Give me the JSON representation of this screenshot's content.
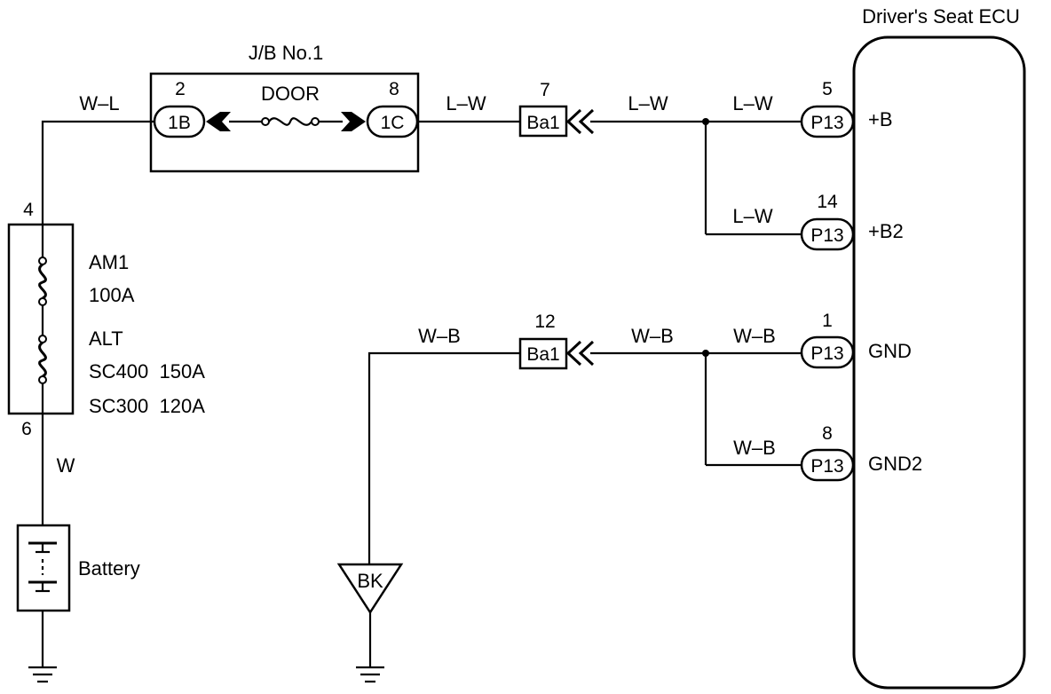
{
  "ecu": {
    "title": "Driver's Seat ECU",
    "terminals": {
      "b": {
        "label": "+B",
        "pin": "5",
        "connector": "P13",
        "wire": "L–W"
      },
      "b2": {
        "label": "+B2",
        "pin": "14",
        "connector": "P13",
        "wire": "L–W"
      },
      "gnd": {
        "label": "GND",
        "pin": "1",
        "connector": "P13",
        "wire": "W–B"
      },
      "gnd2": {
        "label": "GND2",
        "pin": "8",
        "connector": "P13",
        "wire": "W–B"
      }
    }
  },
  "junction_block": {
    "title": "J/B No.1",
    "fuse": "DOOR",
    "left_connector": {
      "pin": "2",
      "label": "1B"
    },
    "right_connector": {
      "pin": "8",
      "label": "1C"
    }
  },
  "wires": {
    "battery_to_jb": "W–L",
    "jb_to_ba1": "L–W",
    "ba1_to_splice": "L–W",
    "ground_left": "W–B",
    "gnd_ba1_to_splice": "W–B",
    "fusible_to_battery": "W"
  },
  "connectors": {
    "ba1_power": {
      "pin": "7",
      "label": "Ba1"
    },
    "ba1_ground": {
      "pin": "12",
      "label": "Ba1"
    }
  },
  "fusible_links": {
    "top_pin": "4",
    "bottom_pin": "6",
    "am1_name": "AM1",
    "am1_rating": "100A",
    "alt_name": "ALT",
    "alt_sc400": "SC400  150A",
    "alt_sc300": "SC300  120A"
  },
  "battery": {
    "label": "Battery"
  },
  "ground_point": {
    "label": "BK"
  }
}
